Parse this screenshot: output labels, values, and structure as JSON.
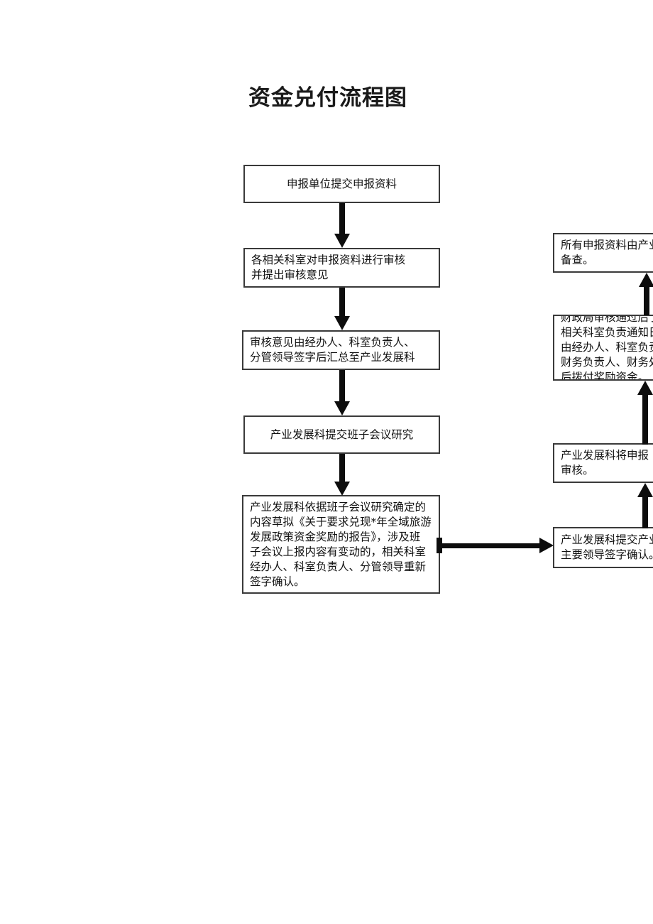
{
  "document": {
    "title": "资金兑付流程图",
    "type": "flowchart",
    "background_color": "#ffffff",
    "box_border_color": "#3a3a3a",
    "arrow_color": "#0d0d0d"
  },
  "flow": {
    "left_column": [
      {
        "id": "node-1",
        "text": "申报单位提交申报资料",
        "align": "center"
      },
      {
        "id": "node-2",
        "text": "各相关科室对申报资料进行审核\n并提出审核意见",
        "align": "left"
      },
      {
        "id": "node-3",
        "text": "审核意见由经办人、科室负责人、\n分管领导签字后汇总至产业发展科",
        "align": "left"
      },
      {
        "id": "node-4",
        "text": "产业发展科提交班子会议研究",
        "align": "center"
      },
      {
        "id": "node-5",
        "text": "产业发展科依据班子会议研究确定的\n内容草拟《关于要求兑现*年全域旅游\n发展政策资金奖励的报告》，涉及班\n子会议上报内容有变动的，相关科室\n经办人、科室负责人、分管领导重新\n签字确认。",
        "align": "left"
      }
    ],
    "right_column": [
      {
        "id": "node-9",
        "text": "所有申报资料由产业\n备查。",
        "align": "left",
        "clipped": true
      },
      {
        "id": "node-8",
        "text": "财政局审核通过后丁\n相关科室负责通知日\n由经办人、科室负责\n财务负责人、财务处\n后拨付奖励资金。",
        "align": "left",
        "clipped": true
      },
      {
        "id": "node-7",
        "text": "产业发展科将申报\n审核。",
        "align": "left",
        "clipped": true
      },
      {
        "id": "node-6",
        "text": "产业发展科提交产业\n主要领导签字确认。",
        "align": "left",
        "clipped": true
      }
    ],
    "connectors": [
      {
        "id": "arrow-1-2",
        "direction": "down"
      },
      {
        "id": "arrow-2-3",
        "direction": "down"
      },
      {
        "id": "arrow-3-4",
        "direction": "down"
      },
      {
        "id": "arrow-4-5",
        "direction": "down"
      },
      {
        "id": "arrow-5-6",
        "direction": "right"
      },
      {
        "id": "arrow-6-7",
        "direction": "up"
      },
      {
        "id": "arrow-7-8",
        "direction": "up"
      },
      {
        "id": "arrow-8-9",
        "direction": "up"
      }
    ]
  }
}
